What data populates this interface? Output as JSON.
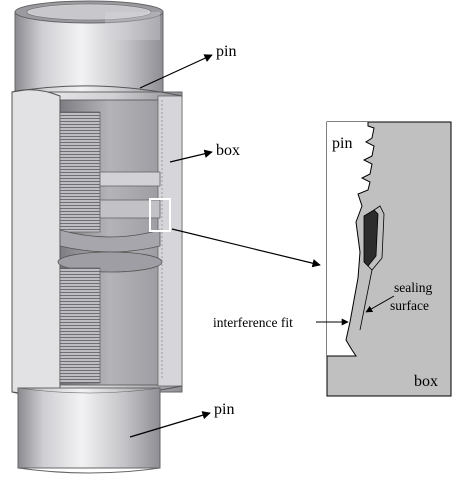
{
  "labels": {
    "pin_top": "pin",
    "box": "box",
    "pin_bottom": "pin",
    "detail_pin": "pin",
    "detail_box": "box",
    "sealing_line1": "sealing",
    "sealing_line2": "surface",
    "interference_fit": "interference fit"
  },
  "colors": {
    "metal_light": "#e6e6e8",
    "metal_mid": "#b9b9bd",
    "metal_dark": "#7c7c82",
    "detail_fill": "#c0c0c0",
    "seal_dark": "#2c2c2c",
    "callout_box": "#ffffff"
  }
}
